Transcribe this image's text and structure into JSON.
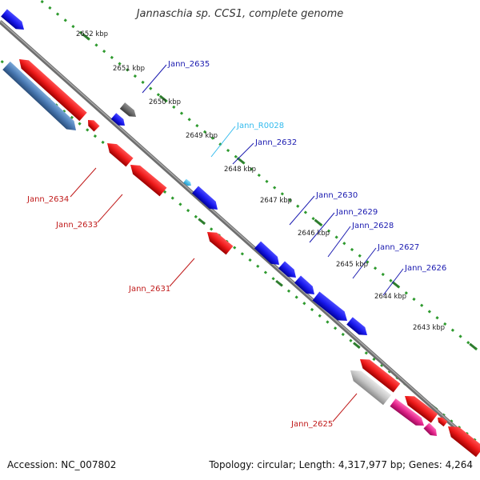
{
  "title": "Jannaschia sp. CCS1, complete genome",
  "accession": "Accession: NC_007802",
  "topology": "Topology: circular; Length: 4,317,977 bp; Genes: 4,264",
  "colors": {
    "backbone": "#808080",
    "forward_gene": "#1a1aee",
    "reverse_gene": "#ee1a1a",
    "rna_gene": "#33bbee",
    "pseudo_gene": "#e2238a",
    "ruler_forward": "#2e9a2e",
    "ruler_reverse": "#2e7d2e",
    "label_forward": "#1a1ab0",
    "label_reverse": "#c01a1a",
    "label_rna": "#33bbee"
  },
  "ruler_ticks": [
    "2652 kbp",
    "2651 kbp",
    "2650 kbp",
    "2649 kbp",
    "2648 kbp",
    "2647 kbp",
    "2646 kbp",
    "2645 kbp",
    "2644 kbp",
    "2643 kbp"
  ],
  "gene_labels": [
    {
      "text": "Jann_2635",
      "strand": "forward"
    },
    {
      "text": "Jann_R0028",
      "strand": "rna"
    },
    {
      "text": "Jann_2632",
      "strand": "forward"
    },
    {
      "text": "Jann_2630",
      "strand": "forward"
    },
    {
      "text": "Jann_2629",
      "strand": "forward"
    },
    {
      "text": "Jann_2628",
      "strand": "forward"
    },
    {
      "text": "Jann_2627",
      "strand": "forward"
    },
    {
      "text": "Jann_2626",
      "strand": "forward"
    },
    {
      "text": "Jann_2634",
      "strand": "reverse"
    },
    {
      "text": "Jann_2633",
      "strand": "reverse"
    },
    {
      "text": "Jann_2631",
      "strand": "reverse"
    },
    {
      "text": "Jann_2625",
      "strand": "reverse"
    }
  ],
  "feature_kinds": [
    "forward-gene",
    "forward-gene",
    "forward-gene",
    "forward-gene",
    "forward-gene",
    "forward-gene",
    "forward-gene",
    "forward-gene",
    "forward-gene",
    "rna-gene",
    "other-feature",
    "other-feature",
    "reverse-gene",
    "reverse-gene",
    "reverse-gene",
    "reverse-gene",
    "reverse-gene",
    "reverse-gene",
    "reverse-gene",
    "reverse-gene",
    "reverse-gene",
    "reverse-gene",
    "reverse-gene",
    "reverse-gene",
    "pseudo-gene",
    "pseudo-gene"
  ]
}
